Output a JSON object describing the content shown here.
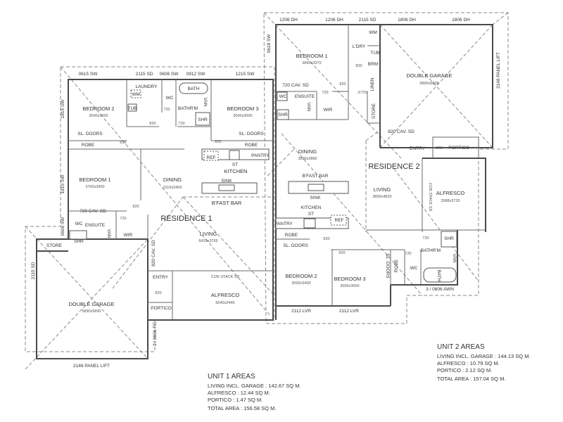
{
  "residence_1": {
    "title": "RESIDENCE 1",
    "labels": {
      "win_0615_sw": "0615 SW",
      "win_2115_sd": "2115 SD",
      "win_0606_sw": "0606 SW",
      "win_0912_sw": "0912 SW",
      "win_1215_sw": "1215 SW",
      "win_1815_sw_a": "1815 SW",
      "win_1815_sw_b": "1815 SW",
      "win_0606_sw_b": "0606 SW",
      "laundry": "LAUNDRY",
      "wm": "WM",
      "tub": "TUB",
      "wc": "WC",
      "bath": "BATH",
      "bathrm": "BATHR'M",
      "van": "VAN",
      "shr": "SHR",
      "door_720_wc": "720",
      "door_820_laundry": "820",
      "door_720_bath": "720",
      "bedroom_2": "BEDROOM 2",
      "bedroom_2_size": "3000x3000",
      "bedroom_3": "BEDROOM 3",
      "bedroom_3_size": "3000x3000",
      "sl_doors_b2": "SL. DOORS",
      "robe_b2": "ROBE",
      "door_820_b2": "820",
      "door_820_b3": "820",
      "sl_doors_b3": "SL. DOORS",
      "robe_b3": "ROBE",
      "ref": "REF",
      "st": "ST",
      "kitchen": "KITCHEN",
      "pantry": "PANTRY",
      "bedroom_1": "BEDROOM 1",
      "bedroom_1_size": "3760x3400",
      "dining": "DINING",
      "dining_size": "3110x3400",
      "sink": "SINK",
      "bfast_bar": "B'FAST BAR",
      "door_820_b1": "820",
      "cav_sd_720": "720 CAV. SD",
      "ensuite": "ENSUITE",
      "ens_wc": "WC",
      "ens_van": "VAN",
      "ens_shr": "SHR",
      "door_720_wir": "720",
      "wir": "WIR",
      "living": "LIVING",
      "living_size": "6410x3765",
      "store": "STORE",
      "cav_sd_820": "820 CAV. SD",
      "stack_sd": "2136 STACK SD",
      "entry": "ENTRY",
      "door_820_entry": "820",
      "portico": "PORTICO",
      "alfresco": "ALFRESCO",
      "alfresco_size": "5040x2445",
      "double_garage": "DOUBLE GARAGE",
      "double_garage_size": "5890x5890",
      "garage_sd": "2115 SD",
      "fg": "2 / 0606 FG",
      "panel_lift": "2148 PANEL LIFT"
    }
  },
  "residence_2": {
    "title": "RESIDENCE 2",
    "labels": {
      "win_1206_dh_a": "1206 DH",
      "win_1206_dh_b": "1206 DH",
      "win_2115_sd": "2115 SD",
      "win_1806_dh_a": "1806 DH",
      "win_1806_dh_b": "1806 DH",
      "win_0618_sw": "0618 SW",
      "bedroom_1": "BEDROOM 1",
      "bedroom_1_size": "3840x3370",
      "ldry": "L'DRY",
      "wm": "WM",
      "tub": "TUB",
      "brm": "BRM",
      "door_820_ldry": "820",
      "door_820_b1": "820",
      "door_720_ens": "720",
      "linen": "LINEN",
      "door_2_720": "2/720",
      "store": "STORE",
      "cav_sd_720": "720 CAV. SD",
      "ens_wc": "WC",
      "ensuite": "ENSUITE",
      "ens_van": "VAN",
      "ens_shr": "SHR",
      "wir": "WIR",
      "double_garage": "DOUBLE GARAGE",
      "double_garage_size": "5890x5808",
      "panel_lift": "2148 PANEL LIFT",
      "cav_sd_820": "820 CAV. SD",
      "entry": "ENTRY",
      "door_820_entry": "820",
      "portico": "PORTICO",
      "dining": "DINING",
      "dining_size": "3890x2880",
      "bfast_bar": "B'FAST BAR",
      "sink": "SINK",
      "living": "LIVING",
      "living_size": "3800x4820",
      "stack_sd": "2136 STACK SD",
      "alfresco": "ALFRESCO",
      "alfresco_size": "2988x3720",
      "kitchen": "KITCHEN",
      "st": "ST",
      "pantry": "PANTRY",
      "ref": "REF",
      "robe_b2": "ROBE",
      "sl_doors_b2": "SL. DOORS",
      "door_820_b2": "820",
      "door_820_b3": "820",
      "door_720_bath": "720",
      "shr": "SHR",
      "bathrm": "BATHR'M",
      "van": "VAN",
      "door_720_wc": "720",
      "sl_doors_b3": "SL. DOORS",
      "robe_b3": "ROBE",
      "wc": "WC",
      "bath": "BATH",
      "bedroom_2": "BEDROOM 2",
      "bedroom_2_size": "3000x3400",
      "bedroom_3": "BEDROOM 3",
      "bedroom_3_size": "3000x3000",
      "awn": "3 / 0606 AWN",
      "lvr_a": "2112 LVR",
      "lvr_b": "2112 LVR"
    }
  },
  "unit_1_areas": {
    "title": "UNIT 1 AREAS",
    "living": "LIVING INCL. GARAGE : 142.67 SQ M.",
    "alfresco": "ALFRESCO :  12.44 SQ M.",
    "portico": "PORTICO : 1.47 SQ M.",
    "total": "TOTAL AREA : 156.58 SQ M."
  },
  "unit_2_areas": {
    "title": "UNIT 2 AREAS",
    "living": "LIVING INCL. GARAGE : 144.13 SQ M.",
    "alfresco": "ALFRESCO :  10.79 SQ M.",
    "portico": "PORTICO : 2.12 SQ M.",
    "total": "TOTAL AREA : 157.04 SQ M."
  }
}
